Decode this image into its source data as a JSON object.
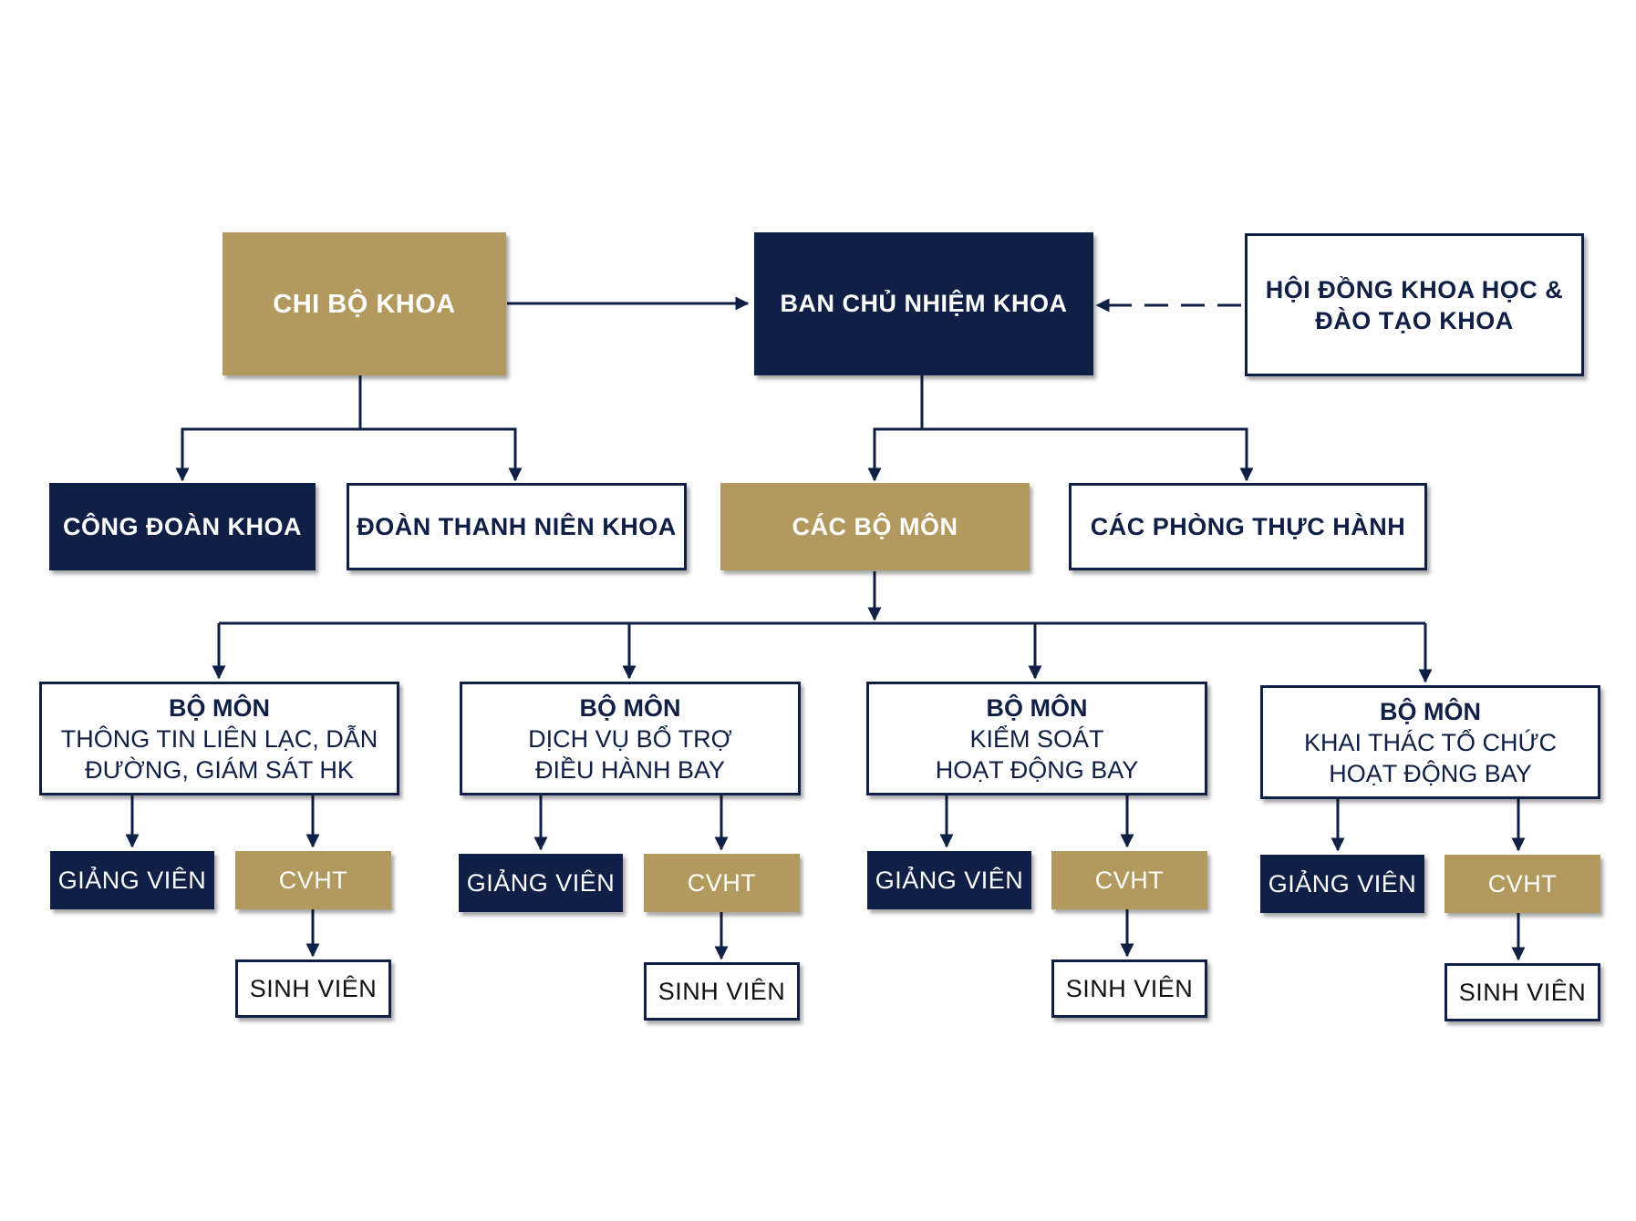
{
  "top": {
    "chi_bo": "CHI BỘ KHOA",
    "ban_chu_nhiem": "BAN CHỦ NHIỆM KHOA",
    "hoi_dong": [
      "HỘI ĐỒNG KHOA HỌC &",
      "ĐÀO TẠO KHOA"
    ]
  },
  "level2": {
    "cong_doan": "CÔNG ĐOÀN KHOA",
    "doan_thanh_nien": "ĐOÀN THANH NIÊN KHOA",
    "cac_bo_mon": "CÁC BỘ MÔN",
    "cac_phong": "CÁC PHÒNG THỰC HÀNH"
  },
  "departments": [
    {
      "heading": "BỘ MÔN",
      "lines": [
        "THÔNG TIN LIÊN LẠC, DẪN",
        "ĐƯỜNG, GIÁM SÁT HK"
      ],
      "giang_vien": "GIẢNG VIÊN",
      "cvht": "CVHT",
      "sinh_vien": "SINH VIÊN"
    },
    {
      "heading": "BỘ MÔN",
      "lines": [
        "DỊCH VỤ BỔ TRỢ",
        "ĐIỀU HÀNH BAY"
      ],
      "giang_vien": "GIẢNG VIÊN",
      "cvht": "CVHT",
      "sinh_vien": "SINH VIÊN"
    },
    {
      "heading": "BỘ MÔN",
      "lines": [
        "KIỂM SOÁT",
        "HOẠT ĐỘNG BAY"
      ],
      "giang_vien": "GIẢNG VIÊN",
      "cvht": "CVHT",
      "sinh_vien": "SINH VIÊN"
    },
    {
      "heading": "BỘ MÔN",
      "lines": [
        "KHAI THÁC TỔ CHỨC",
        "HOẠT ĐỘNG BAY"
      ],
      "giang_vien": "GIẢNG VIÊN",
      "cvht": "CVHT",
      "sinh_vien": "SINH VIÊN"
    }
  ],
  "colors": {
    "navy": "#0f1f45",
    "gold": "#b29a5e",
    "white": "#ffffff"
  }
}
